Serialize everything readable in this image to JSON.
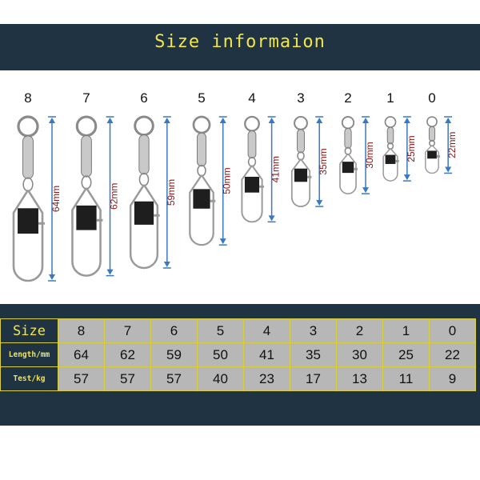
{
  "title": "Size informaion",
  "swivels": [
    {
      "size": "8",
      "length_label": "64mm"
    },
    {
      "size": "7",
      "length_label": "62mm"
    },
    {
      "size": "6",
      "length_label": "59mm"
    },
    {
      "size": "5",
      "length_label": "50mm"
    },
    {
      "size": "4",
      "length_label": "41mm"
    },
    {
      "size": "3",
      "length_label": "35mm"
    },
    {
      "size": "2",
      "length_label": "30mm"
    },
    {
      "size": "1",
      "length_label": "25mm"
    },
    {
      "size": "0",
      "length_label": "22mm"
    }
  ],
  "table": {
    "rows": [
      {
        "header": "Size",
        "cells": [
          "8",
          "7",
          "6",
          "5",
          "4",
          "3",
          "2",
          "1",
          "0"
        ]
      },
      {
        "header": "Length/mm",
        "cells": [
          "64",
          "62",
          "59",
          "50",
          "41",
          "35",
          "30",
          "25",
          "22"
        ]
      },
      {
        "header": "Test/kg",
        "cells": [
          "57",
          "57",
          "57",
          "40",
          "23",
          "17",
          "13",
          "11",
          "9"
        ]
      }
    ]
  },
  "colors": {
    "panel": "#1f3342",
    "title": "#f2e64a",
    "arrow": "#3a78c0",
    "length_label": "#8a1414",
    "table_cell": "#b7b7b7"
  }
}
